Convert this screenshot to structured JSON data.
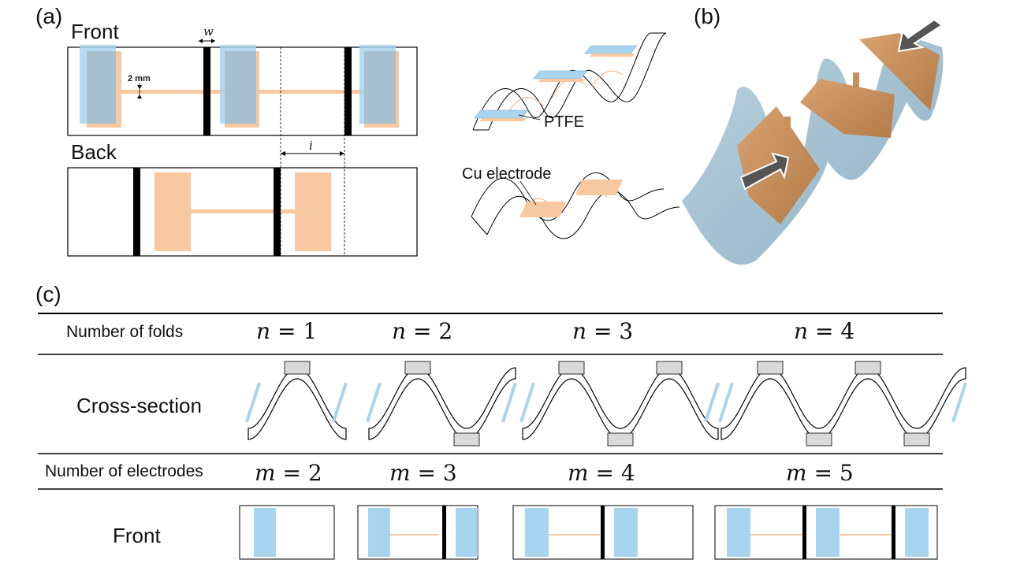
{
  "panels": {
    "a": "(a)",
    "b": "(b)",
    "c": "(c)"
  },
  "panel_a": {
    "front_label": "Front",
    "back_label": "Back",
    "width_symbol": "w",
    "gap_label": "2 mm",
    "interval_symbol": "i"
  },
  "schematic": {
    "ptfe_label": "PTFE",
    "cu_label": "Cu electrode"
  },
  "table": {
    "row_folds": "Number of folds",
    "row_cross": "Cross-section",
    "row_electrodes": "Number of electrodes",
    "row_front": "Front",
    "folds": [
      {
        "var": "n",
        "value": "1"
      },
      {
        "var": "n",
        "value": "2"
      },
      {
        "var": "n",
        "value": "3"
      },
      {
        "var": "n",
        "value": "4"
      }
    ],
    "electrodes": [
      {
        "var": "m",
        "value": "2"
      },
      {
        "var": "m",
        "value": "3"
      },
      {
        "var": "m",
        "value": "4"
      },
      {
        "var": "m",
        "value": "5"
      }
    ]
  },
  "colors": {
    "ptfe": "#a8d4ef",
    "copper": "#f8c8a0",
    "strip": "#000000",
    "fold_gray": "#d9d9d9",
    "photo_bg": "#aac7d6",
    "photo_copper": "#c8915c"
  }
}
